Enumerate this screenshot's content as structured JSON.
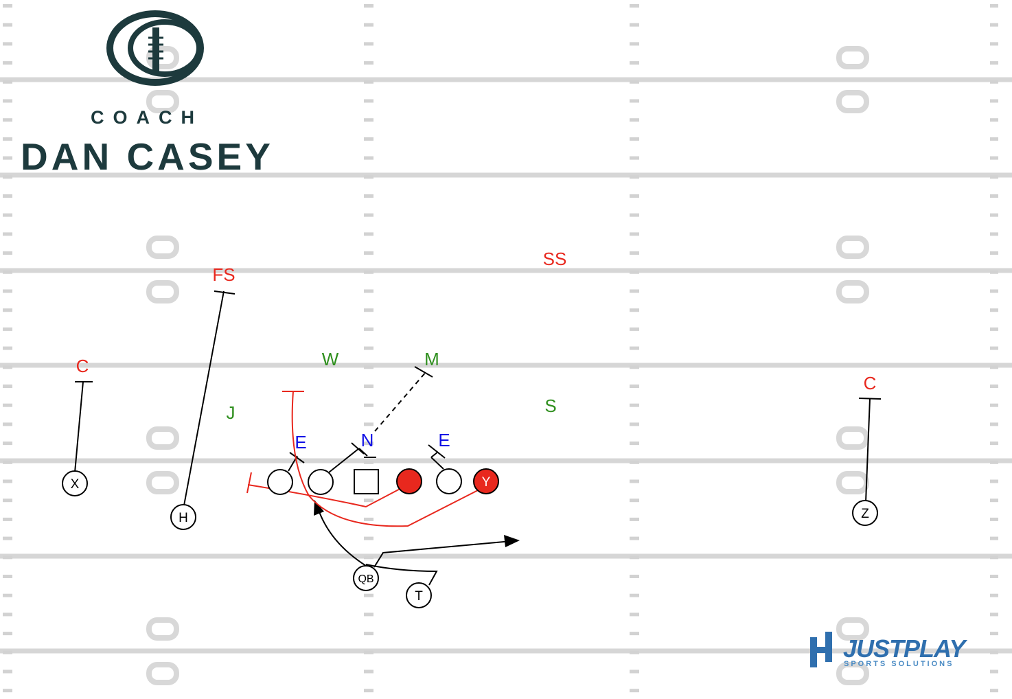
{
  "branding": {
    "coach_word": "COACH",
    "coach_name": "DAN CASEY",
    "logo_monogram": "DC",
    "sponsor_name": "JUSTPLAY",
    "sponsor_tagline": "SPORTS SOLUTIONS"
  },
  "colors": {
    "field_line": "#d6d6d6",
    "field_mark": "#cfcfcf",
    "offense": "#000000",
    "highlight": "#e8281e",
    "dl_label": "#1010e6",
    "lb_label": "#2f8f1e",
    "db_label": "#e8281e",
    "brand_dark": "#1d3a3d",
    "brand_blue": "#2f6fae"
  },
  "offense": {
    "x": "X",
    "h": "H",
    "y": "Y",
    "qb": "QB",
    "t": "T",
    "z": "Z"
  },
  "defense": {
    "fs": "FS",
    "ss": "SS",
    "c_left": "C",
    "c_right": "C",
    "w": "W",
    "m": "M",
    "j": "J",
    "s": "S",
    "n": "N",
    "e_left": "E",
    "e_right": "E"
  }
}
